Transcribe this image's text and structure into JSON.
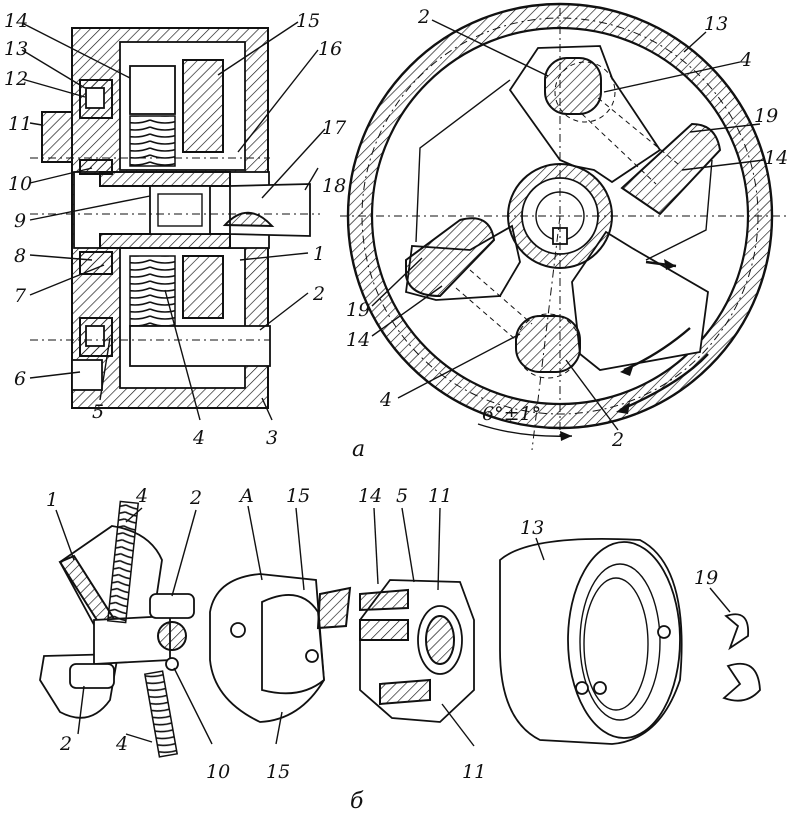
{
  "caption_a": "а",
  "caption_b": "б",
  "angle_note": "6°±1°",
  "section_view_labels": [
    "1",
    "2",
    "3",
    "4",
    "5",
    "6",
    "7",
    "8",
    "9",
    "10",
    "11",
    "12",
    "13",
    "14",
    "15",
    "16",
    "17",
    "18"
  ],
  "front_view_labels": {
    "top_left": "2",
    "top_right": "13",
    "right_upper": "4",
    "right_mid_a": "19",
    "right_mid_b": "14",
    "left_mid_a": "19",
    "left_mid_b": "14",
    "bottom_left": "4",
    "bottom_right": "2"
  },
  "exploded_view_labels": {
    "p1": "1",
    "p4_top": "4",
    "p2_top": "2",
    "pA": "A",
    "p15_top": "15",
    "p14": "14",
    "p5": "5",
    "p11_top": "11",
    "p13": "13",
    "p19": "19",
    "p2_bottom": "2",
    "p4_bottom": "4",
    "p10": "10",
    "p15_bottom": "15",
    "p11_bottom": "11"
  }
}
